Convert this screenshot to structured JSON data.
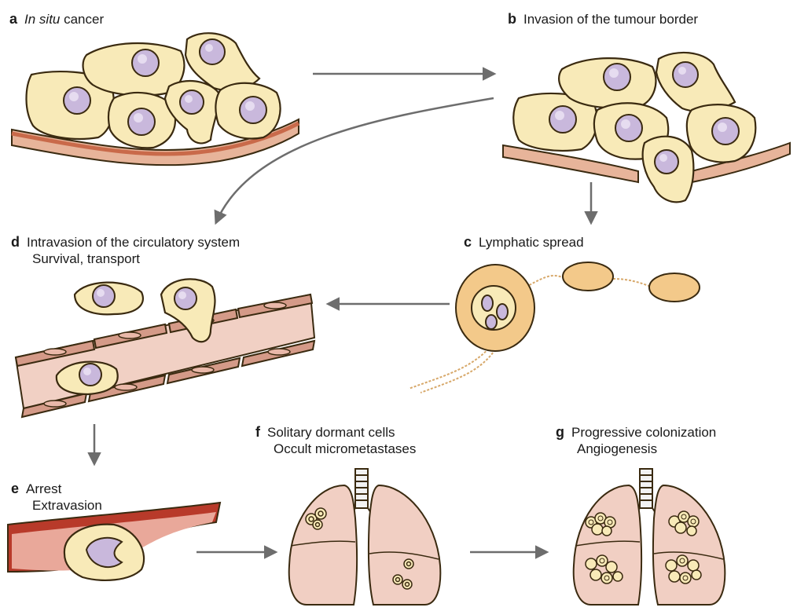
{
  "panels": {
    "a": {
      "letter": "a",
      "title_italic": "In situ",
      "title_rest": " cancer"
    },
    "b": {
      "letter": "b",
      "title": "Invasion of the tumour border"
    },
    "c": {
      "letter": "c",
      "title": "Lymphatic spread"
    },
    "d": {
      "letter": "d",
      "line1": "Intravasion of the circulatory system",
      "line2": "Survival, transport"
    },
    "e": {
      "letter": "e",
      "line1": "Arrest",
      "line2": "Extravasion"
    },
    "f": {
      "letter": "f",
      "line1": "Solitary dormant cells",
      "line2": "Occult micrometastases"
    },
    "g": {
      "letter": "g",
      "line1": "Progressive colonization",
      "line2": "Angiogenesis"
    }
  },
  "colors": {
    "cell": "#f8eab8",
    "nucleus": "#c9b8dc",
    "membrane": "#c96a4a",
    "vessel": "#b83a2a",
    "lymph_node": "#f3c98a",
    "lung": "#f1cfc3",
    "arrow": "#6d6d6d"
  }
}
